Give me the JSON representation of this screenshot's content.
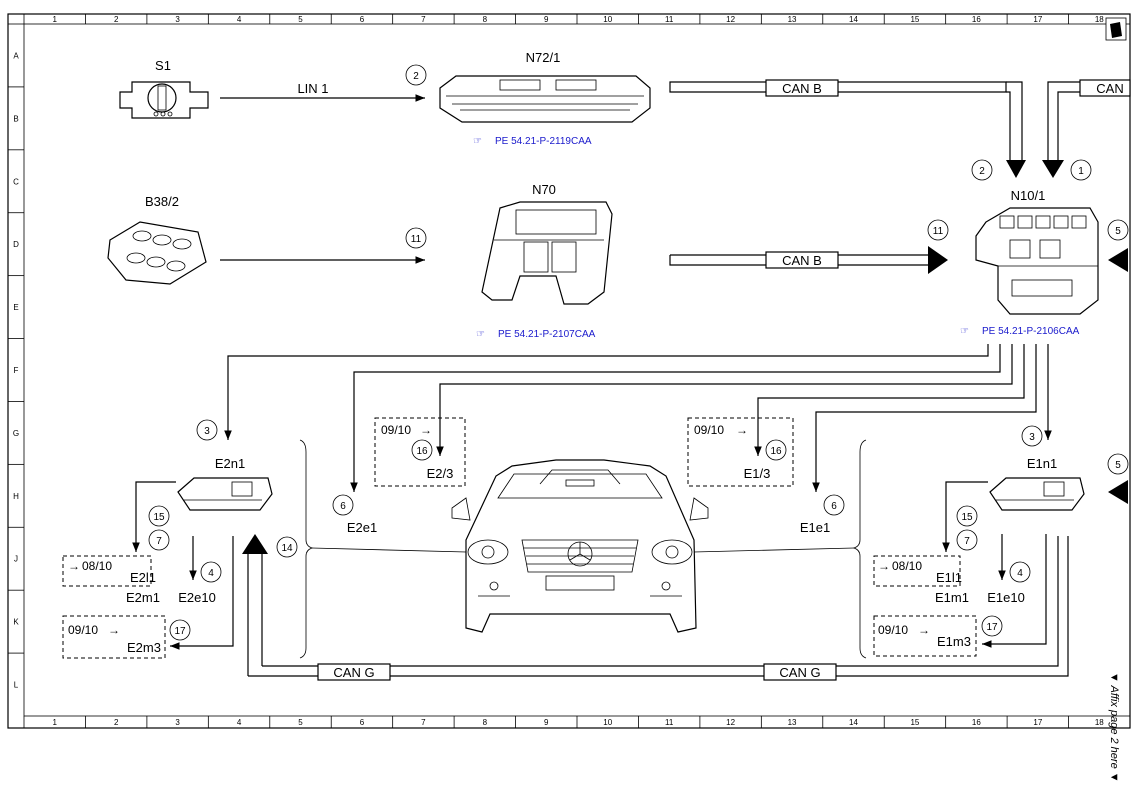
{
  "grid": {
    "columns": [
      "1",
      "2",
      "3",
      "4",
      "5",
      "6",
      "7",
      "8",
      "9",
      "10",
      "11",
      "12",
      "13",
      "14",
      "15",
      "16",
      "17",
      "18"
    ],
    "rows": [
      "A",
      "B",
      "C",
      "D",
      "E",
      "F",
      "G",
      "H",
      "J",
      "K",
      "L"
    ]
  },
  "components": {
    "s1": "S1",
    "n72_1": "N72/1",
    "b38_2": "B38/2",
    "n70": "N70",
    "n10_1": "N10/1",
    "e2n1": "E2n1",
    "e1n1": "E1n1",
    "e2e1": "E2e1",
    "e1e1": "E1e1",
    "e2_3": "E2/3",
    "e1_3": "E1/3",
    "e2l1": "E2l1",
    "e1l1": "E1l1",
    "e2m1": "E2m1",
    "e1m1": "E1m1",
    "e2e10": "E2e10",
    "e1e10": "E1e10",
    "e2m3": "E2m3",
    "e1m3": "E1m3"
  },
  "buses": {
    "lin1": "LIN 1",
    "can_b_top": "CAN B",
    "can_b_mid": "CAN B",
    "can_right": "CAN",
    "can_g_left": "CAN G",
    "can_g_right": "CAN G"
  },
  "references": {
    "n72_ref": "PE 54.21-P-2119CAA",
    "n70_ref": "PE 54.21-P-2107CAA",
    "n10_ref": "PE 54.21-P-2106CAA"
  },
  "dates": {
    "left_top_box": "09/10",
    "right_top_box": "09/10",
    "left_mid_box": "08/10",
    "right_mid_box": "08/10",
    "left_bot_box": "09/10",
    "right_bot_box": "09/10"
  },
  "callouts": {
    "c1": "1",
    "c2": "2",
    "c3": "3",
    "c4": "4",
    "c5": "5",
    "c6": "6",
    "c7": "7",
    "c11": "11",
    "c14": "14",
    "c15": "15",
    "c16": "16",
    "c17": "17"
  },
  "side_note": "▼ Affix page 2 here ▼",
  "colors": {
    "reference_link": "#1a1acc",
    "line": "#000000"
  }
}
